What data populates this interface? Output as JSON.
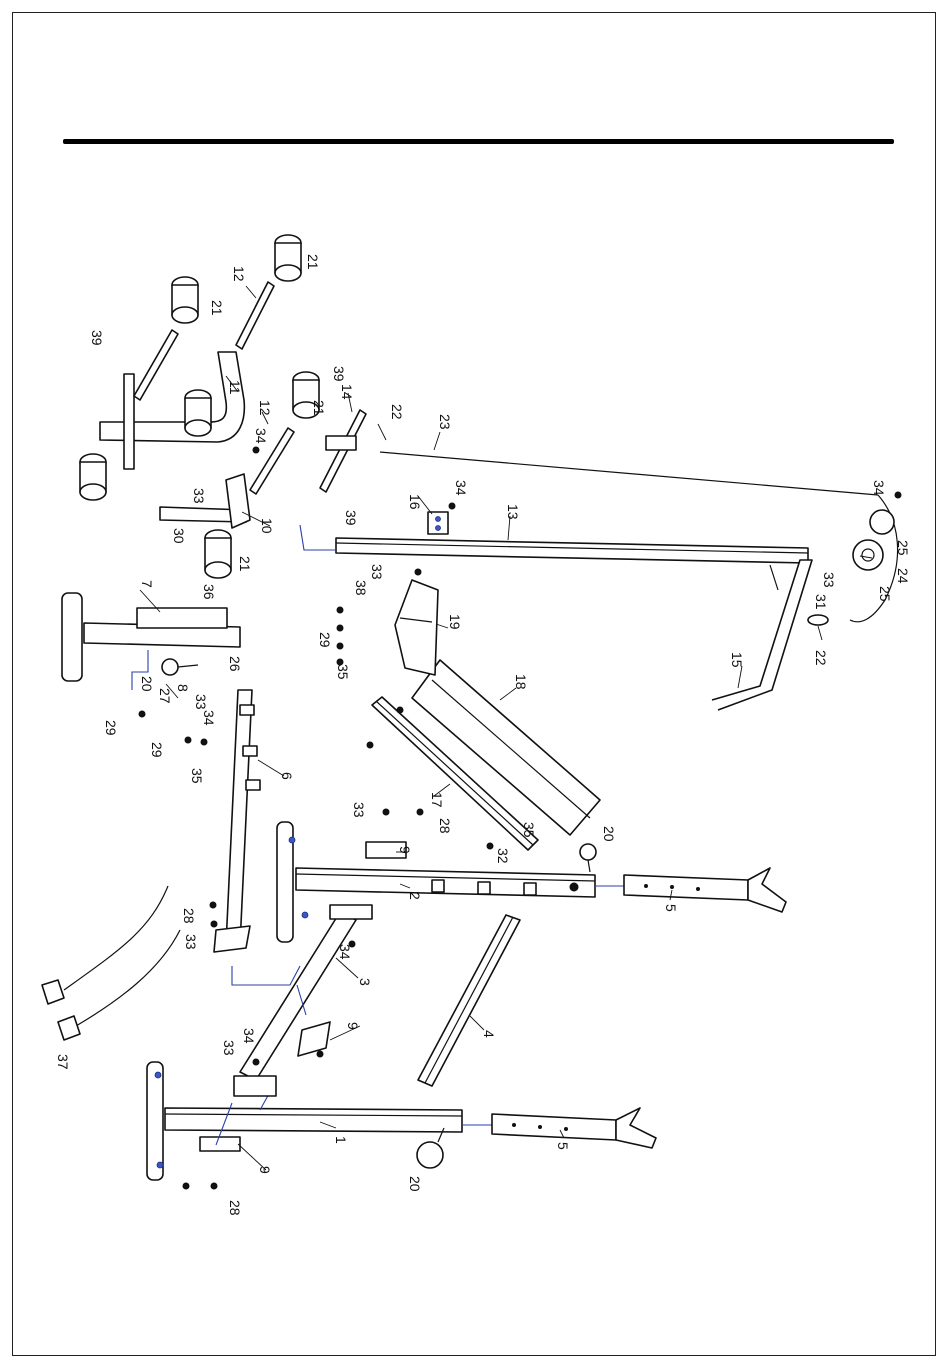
{
  "diagram": {
    "type": "exploded-assembly",
    "colors": {
      "ink": "#111111",
      "guide_lines": "#2a3fa8",
      "fasteners": "#3b57c4"
    },
    "part_labels": [
      {
        "id": "l1",
        "text": "1"
      },
      {
        "id": "l2",
        "text": "2"
      },
      {
        "id": "l3",
        "text": "3"
      },
      {
        "id": "l4",
        "text": "4"
      },
      {
        "id": "l5a",
        "text": "5"
      },
      {
        "id": "l5b",
        "text": "5"
      },
      {
        "id": "l6",
        "text": "6"
      },
      {
        "id": "l7",
        "text": "7"
      },
      {
        "id": "l8",
        "text": "8"
      },
      {
        "id": "l9a",
        "text": "9"
      },
      {
        "id": "l9b",
        "text": "9"
      },
      {
        "id": "l9c",
        "text": "9"
      },
      {
        "id": "l10",
        "text": "10"
      },
      {
        "id": "l11",
        "text": "11"
      },
      {
        "id": "l12a",
        "text": "12"
      },
      {
        "id": "l12b",
        "text": "12"
      },
      {
        "id": "l13",
        "text": "13"
      },
      {
        "id": "l14",
        "text": "14"
      },
      {
        "id": "l15",
        "text": "15"
      },
      {
        "id": "l16",
        "text": "16"
      },
      {
        "id": "l17",
        "text": "17"
      },
      {
        "id": "l18",
        "text": "18"
      },
      {
        "id": "l19",
        "text": "19"
      },
      {
        "id": "l20a",
        "text": "20"
      },
      {
        "id": "l20b",
        "text": "20"
      },
      {
        "id": "l20c",
        "text": "20"
      },
      {
        "id": "l21a",
        "text": "21"
      },
      {
        "id": "l21b",
        "text": "21"
      },
      {
        "id": "l21c",
        "text": "21"
      },
      {
        "id": "l21d",
        "text": "21"
      },
      {
        "id": "l22a",
        "text": "22"
      },
      {
        "id": "l22b",
        "text": "22"
      },
      {
        "id": "l23",
        "text": "23"
      },
      {
        "id": "l24",
        "text": "24"
      },
      {
        "id": "l25a",
        "text": "25"
      },
      {
        "id": "l25b",
        "text": "25"
      },
      {
        "id": "l26",
        "text": "26"
      },
      {
        "id": "l27",
        "text": "27"
      },
      {
        "id": "l28a",
        "text": "28"
      },
      {
        "id": "l28b",
        "text": "28"
      },
      {
        "id": "l28c",
        "text": "28"
      },
      {
        "id": "l29a",
        "text": "29"
      },
      {
        "id": "l29b",
        "text": "29"
      },
      {
        "id": "l29c",
        "text": "29"
      },
      {
        "id": "l30",
        "text": "30"
      },
      {
        "id": "l31",
        "text": "31"
      },
      {
        "id": "l32",
        "text": "32"
      },
      {
        "id": "l33a",
        "text": "33"
      },
      {
        "id": "l33b",
        "text": "33"
      },
      {
        "id": "l33c",
        "text": "33"
      },
      {
        "id": "l33d",
        "text": "33"
      },
      {
        "id": "l33e",
        "text": "33"
      },
      {
        "id": "l33f",
        "text": "33"
      },
      {
        "id": "l33g",
        "text": "33"
      },
      {
        "id": "l34a",
        "text": "34"
      },
      {
        "id": "l34b",
        "text": "34"
      },
      {
        "id": "l34c",
        "text": "34"
      },
      {
        "id": "l34d",
        "text": "34"
      },
      {
        "id": "l34e",
        "text": "34"
      },
      {
        "id": "l34f",
        "text": "34"
      },
      {
        "id": "l35a",
        "text": "35"
      },
      {
        "id": "l35b",
        "text": "35"
      },
      {
        "id": "l35c",
        "text": "35"
      },
      {
        "id": "l36",
        "text": "36"
      },
      {
        "id": "l37",
        "text": "37"
      },
      {
        "id": "l38",
        "text": "38"
      },
      {
        "id": "l39a",
        "text": "39"
      },
      {
        "id": "l39b",
        "text": "39"
      },
      {
        "id": "l39c",
        "text": "39"
      }
    ]
  }
}
